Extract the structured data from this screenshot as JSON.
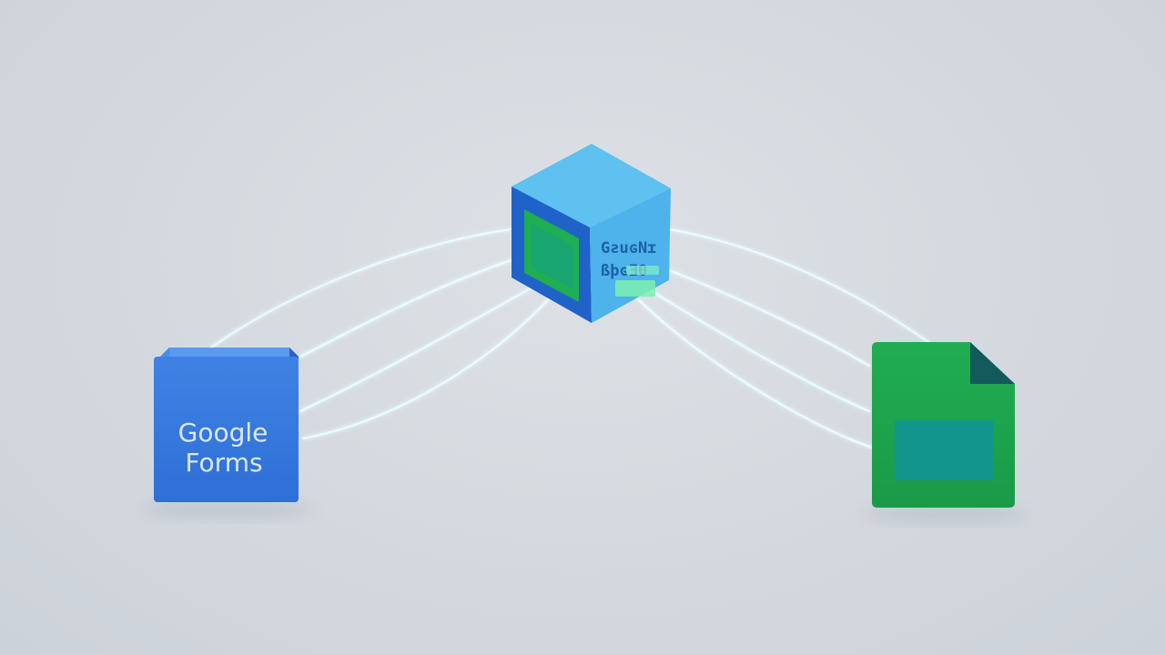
{
  "nodes": {
    "source": {
      "line1": "Google",
      "line2": "Forms",
      "color": "#3b7be0"
    },
    "hub": {
      "line1": "GƨuɢNɪ",
      "line2": "ßϸɢƎ0",
      "color": "#4fb6ea"
    },
    "destination": {
      "color": "#1faa4f",
      "fold_color": "#145a5c",
      "panel_color": "#12968c"
    }
  },
  "connector_color": "#e9fbff"
}
